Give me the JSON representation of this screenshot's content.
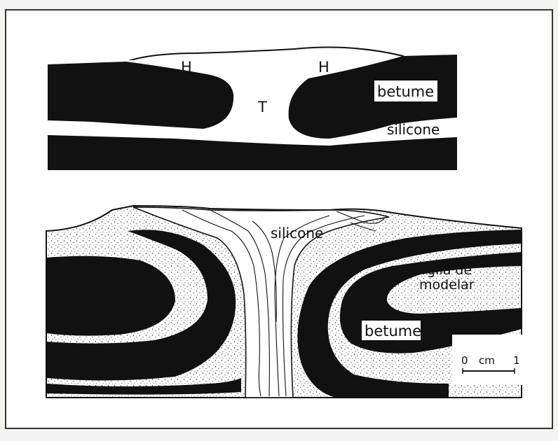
{
  "top_panel": {
    "labels": {
      "h_left": "H",
      "h_right": "H",
      "t": "T",
      "betume": "betume",
      "silicone": "silicone"
    }
  },
  "bottom_panel": {
    "labels": {
      "silicone": "silicone",
      "argila_line1": "argila de",
      "argila_line2": "modelar",
      "betume": "betume"
    },
    "scale_bar": {
      "left": "0",
      "unit": "cm",
      "right": "1"
    }
  },
  "colors": {
    "ink": "#111111",
    "paper": "#f4f4f1",
    "frame": "#ffffff"
  }
}
